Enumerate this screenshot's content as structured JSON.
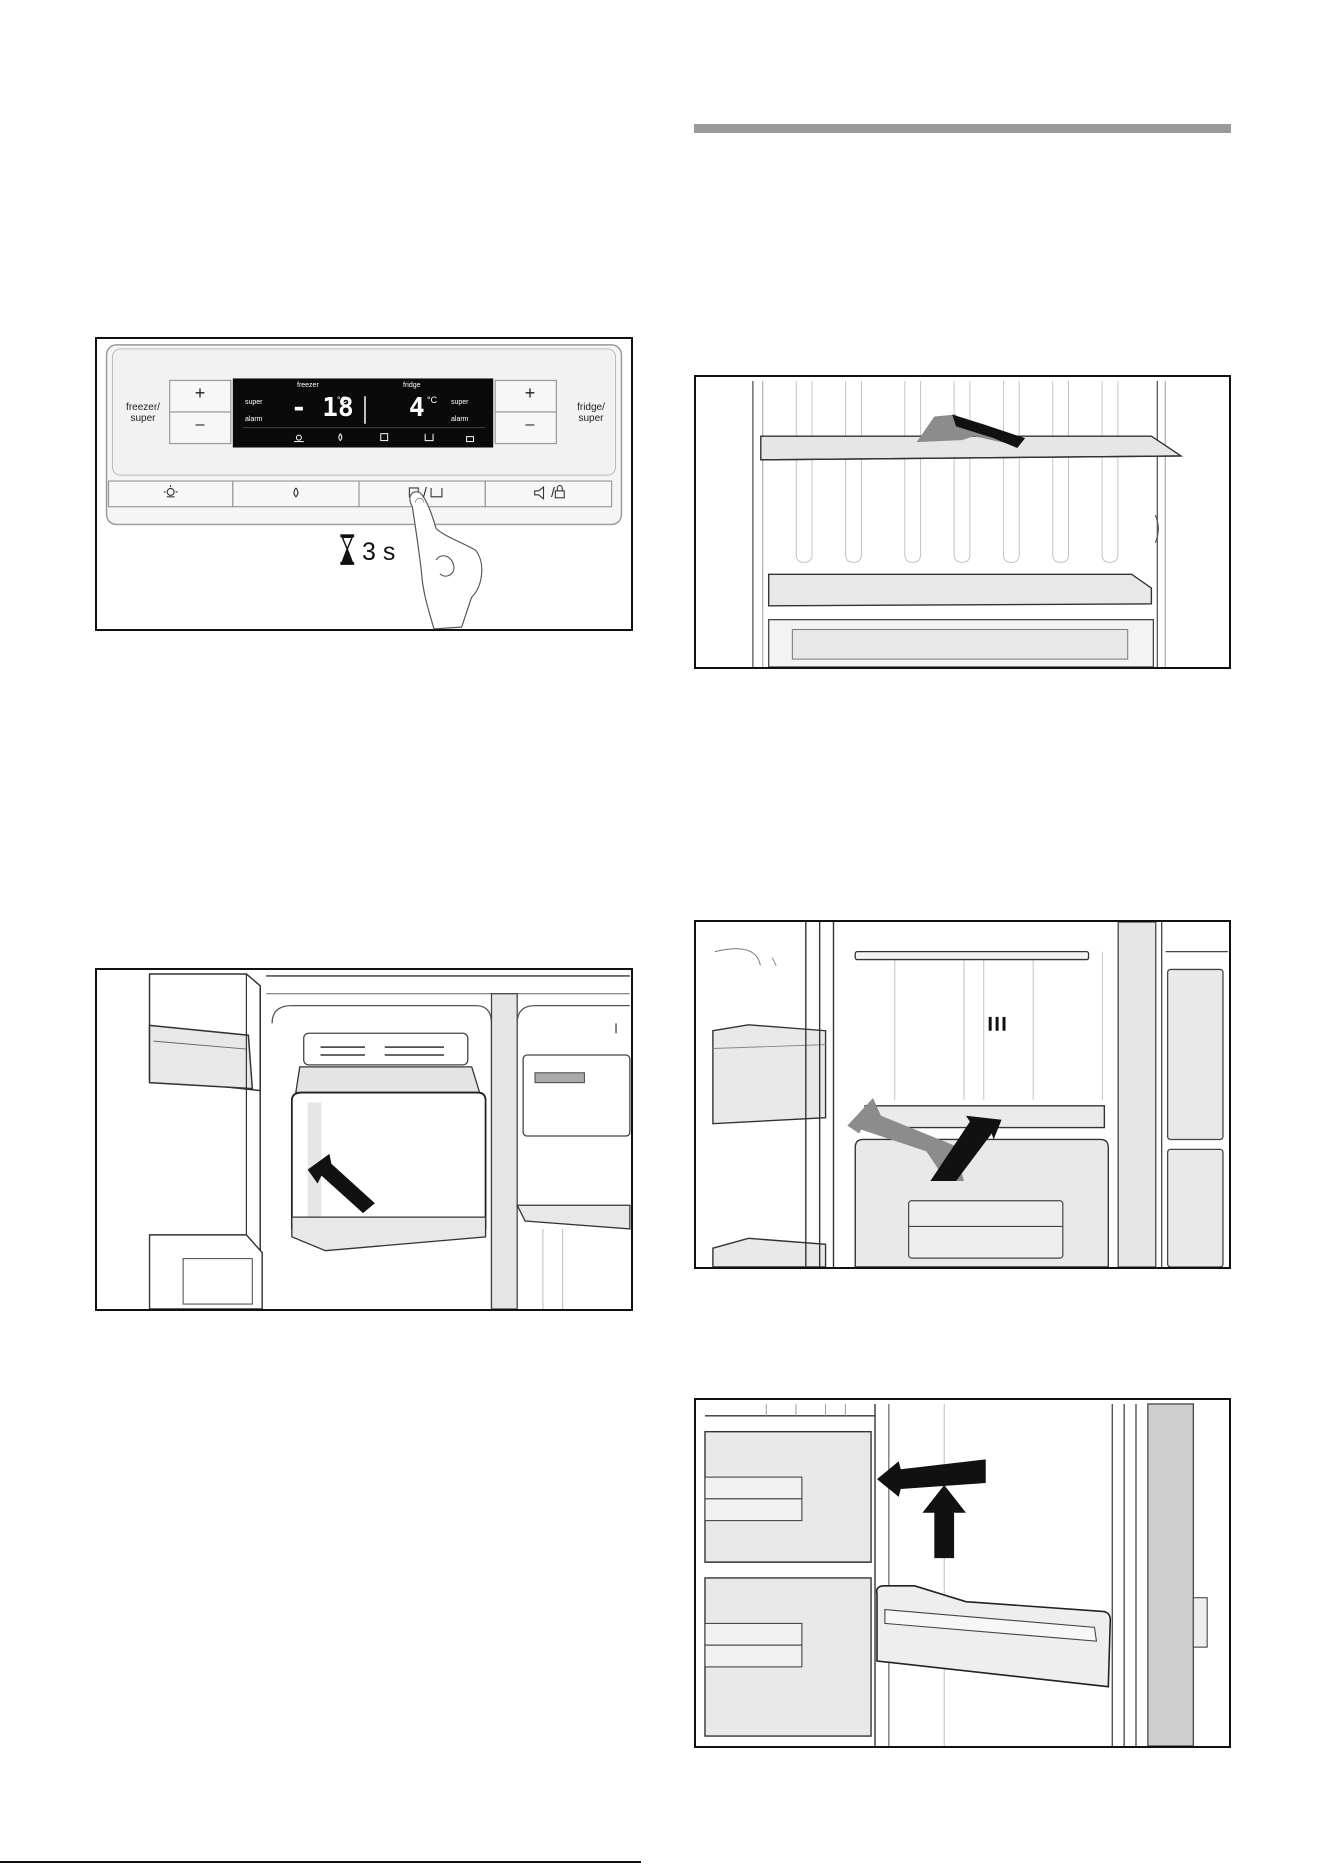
{
  "control_panel": {
    "freezer_side_label": "freezer/\nsuper",
    "fridge_side_label": "fridge/\nsuper",
    "plus_glyph": "+",
    "minus_glyph": "–",
    "display": {
      "freezer_heading": "freezer",
      "fridge_heading": "fridge",
      "super_left": "super",
      "alarm_left": "alarm",
      "super_right": "super",
      "alarm_right": "alarm",
      "freezer_temp": "- 18",
      "fridge_temp": "4",
      "unit": "°C"
    },
    "separator": "/",
    "hold_time": "3 s"
  },
  "colors": {
    "rule_gray": "#9a9a9a",
    "arrow_gray": "#8c8c8c",
    "arrow_black": "#111111",
    "lcd_black": "#0a0a0a",
    "panel_fill": "#f4f4f4",
    "part_fill": "#e9e9e9"
  },
  "icons": {
    "bulb": "bulb-icon",
    "drop": "drop-icon",
    "ice": "ice-cubes-icon",
    "ice_crushed": "crushed-ice-icon",
    "mute": "alarm-mute-icon",
    "lock": "lock-icon",
    "hourglass": "hourglass-icon"
  }
}
